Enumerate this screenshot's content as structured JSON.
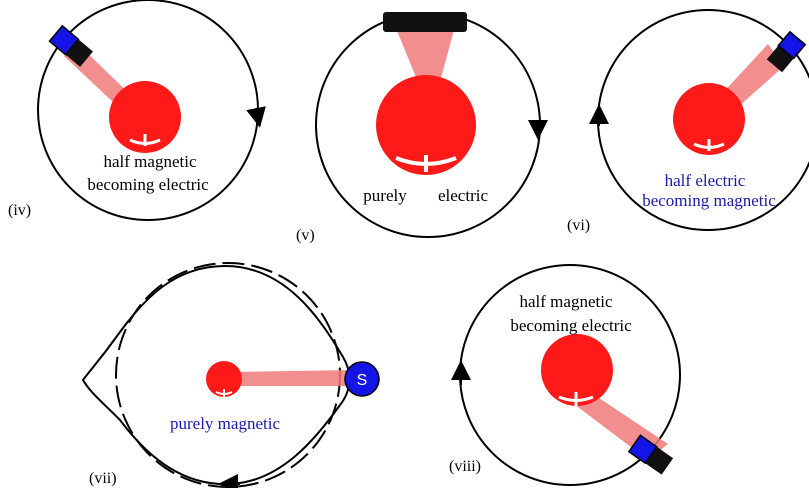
{
  "figure": {
    "panels": [
      {
        "id": "iv",
        "label": "(iv)",
        "caption_lines": [
          "half magnetic",
          "becoming electric"
        ],
        "caption_color": "#000000",
        "magnet_pole": "",
        "orbit_direction": "clockwise"
      },
      {
        "id": "v",
        "label": "(v)",
        "caption_lines": [
          "purely",
          "electric"
        ],
        "caption_color": "#000000",
        "magnet_pole": "",
        "orbit_direction": "clockwise"
      },
      {
        "id": "vi",
        "label": "(vi)",
        "caption_lines": [
          "half electric",
          "becoming magnetic"
        ],
        "caption_color": "#1a1aa6",
        "magnet_pole": "",
        "orbit_direction": "clockwise"
      },
      {
        "id": "vii",
        "label": "(vii)",
        "caption_lines": [
          "purely magnetic"
        ],
        "caption_color": "#1a1aa6",
        "magnet_pole": "S",
        "orbit_direction": "clockwise"
      },
      {
        "id": "viii",
        "label": "(viii)",
        "caption_lines": [
          "half magnetic",
          "becoming electric"
        ],
        "caption_color": "#000000",
        "magnet_pole": "",
        "orbit_direction": "clockwise"
      }
    ]
  },
  "colors": {
    "charge_red": "#ff1a1a",
    "beam_pink": "#f07a7a",
    "magnet_blue": "#1414e6",
    "magnet_black": "#111111",
    "orbit": "#000000",
    "blue_text": "#1a1aa6"
  }
}
